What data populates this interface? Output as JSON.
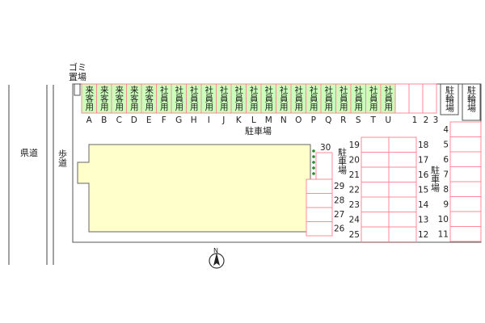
{
  "roads": {
    "prefectural_road": "県道",
    "sidewalk": "歩道"
  },
  "garbage_area": "ゴミ置場",
  "bicycle_parking": [
    "駐輪場",
    "駐輪場"
  ],
  "parking_lot_label": "駐車場",
  "top_row_slots": [
    {
      "id": "A",
      "label": "来客用",
      "type": "visitor"
    },
    {
      "id": "B",
      "label": "来客用",
      "type": "visitor"
    },
    {
      "id": "C",
      "label": "来客用",
      "type": "visitor"
    },
    {
      "id": "D",
      "label": "来客用",
      "type": "visitor"
    },
    {
      "id": "E",
      "label": "来客用",
      "type": "visitor"
    },
    {
      "id": "F",
      "label": "社員用",
      "type": "staff"
    },
    {
      "id": "G",
      "label": "社員用",
      "type": "staff"
    },
    {
      "id": "H",
      "label": "社員用",
      "type": "staff"
    },
    {
      "id": "I",
      "label": "社員用",
      "type": "staff"
    },
    {
      "id": "J",
      "label": "社員用",
      "type": "staff"
    },
    {
      "id": "K",
      "label": "社員用",
      "type": "staff"
    },
    {
      "id": "L",
      "label": "社員用",
      "type": "staff"
    },
    {
      "id": "M",
      "label": "社員用",
      "type": "staff"
    },
    {
      "id": "N",
      "label": "社員用",
      "type": "staff"
    },
    {
      "id": "O",
      "label": "社員用",
      "type": "staff"
    },
    {
      "id": "P",
      "label": "社員用",
      "type": "staff"
    },
    {
      "id": "Q",
      "label": "社員用",
      "type": "staff"
    },
    {
      "id": "R",
      "label": "社員用",
      "type": "staff"
    },
    {
      "id": "S",
      "label": "社員用",
      "type": "staff"
    },
    {
      "id": "T",
      "label": "社員用",
      "type": "staff"
    },
    {
      "id": "U",
      "label": "社員用",
      "type": "staff"
    }
  ],
  "top_numbered_slots": [
    "1",
    "2",
    "3"
  ],
  "right_slots": [
    "4",
    "5",
    "6",
    "7",
    "8",
    "9",
    "10",
    "11"
  ],
  "middle_right_slots": [
    "18",
    "17",
    "16",
    "15",
    "14",
    "13",
    "12"
  ],
  "middle_left_slots": [
    "19",
    "20",
    "21",
    "22",
    "23",
    "24",
    "25"
  ],
  "building_side_slots": [
    "30",
    "29",
    "28",
    "27",
    "26"
  ],
  "colors": {
    "building_fill": "#ffffcc",
    "visitor_staff_slot": "#ccffbb",
    "slot_outline": "#ff8899",
    "planting_dots": "#2a8a2a"
  },
  "compass": "N"
}
